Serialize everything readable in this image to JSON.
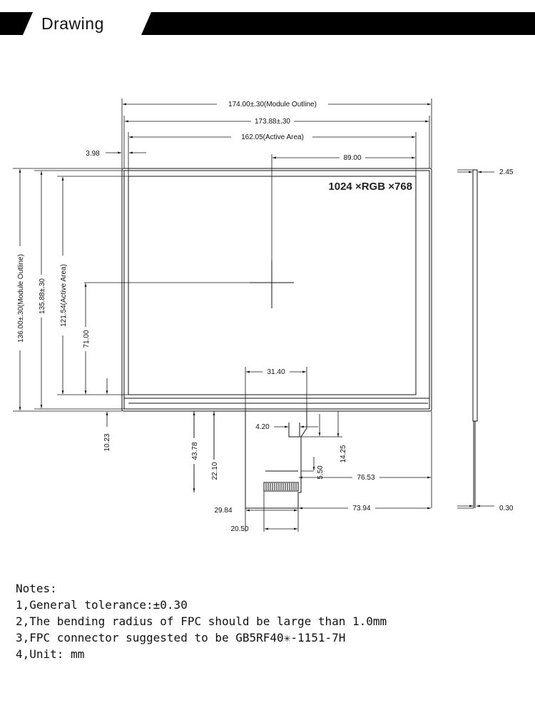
{
  "header": {
    "title": "Drawing"
  },
  "resolution_label": "1024 ×RGB ×768",
  "dimensions": {
    "module_outline_width": "174.00±.30(Module Outline)",
    "width_173": "173.88±.30",
    "active_area_width": "162.05(Active Area)",
    "left_margin": "3.98",
    "center_offset_x": "89.00",
    "thickness": "2.45",
    "module_outline_height": "136.00±.30(Module Outline)",
    "height_135": "135.88±.30",
    "active_area_height": "121.54(Active Area)",
    "center_offset_y": "71.00",
    "bottom_margin": "10.23",
    "fpc_width": "31.40",
    "fpc_4_20": "4.20",
    "fpc_14_25": "14.25",
    "fpc_5_50": "5.50",
    "fpc_76_53": "76.53",
    "fpc_43_78": "43.78",
    "fpc_22_10": "22.10",
    "fpc_29_84": "29.84",
    "fpc_73_94": "73.94",
    "fpc_20_50": "20.50",
    "fpc_0_30": "0.30"
  },
  "notes": {
    "title": "Notes:",
    "items": [
      "1,General tolerance:±0.30",
      "2,The bending radius of FPC should be large than 1.0mm",
      "3,FPC connector suggested to be GB5RF40✳-1151-7H",
      "4,Unit: mm"
    ]
  }
}
